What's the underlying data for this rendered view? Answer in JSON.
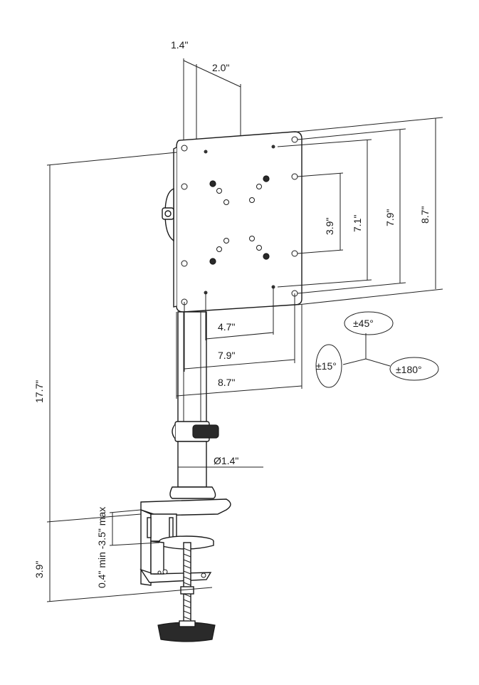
{
  "dimensions": {
    "arm_offset_top": "1.4\"",
    "plate_depth": "2.0\"",
    "pole_height": "17.7\"",
    "vesa_v_100": "3.9\"",
    "vesa_v_75_plus": "7.1\"",
    "vesa_v_200": "7.9\"",
    "plate_height": "8.7\"",
    "vesa_h_120": "4.7\"",
    "vesa_h_200": "7.9\"",
    "plate_width": "8.7\"",
    "pole_diameter": "Ø1.4\"",
    "clamp_range": "0.4\" min -3.5\" max",
    "clamp_height": "3.9\""
  },
  "rotation": {
    "tilt": "±45°",
    "swivel": "±15°",
    "rotate": "±180°"
  }
}
